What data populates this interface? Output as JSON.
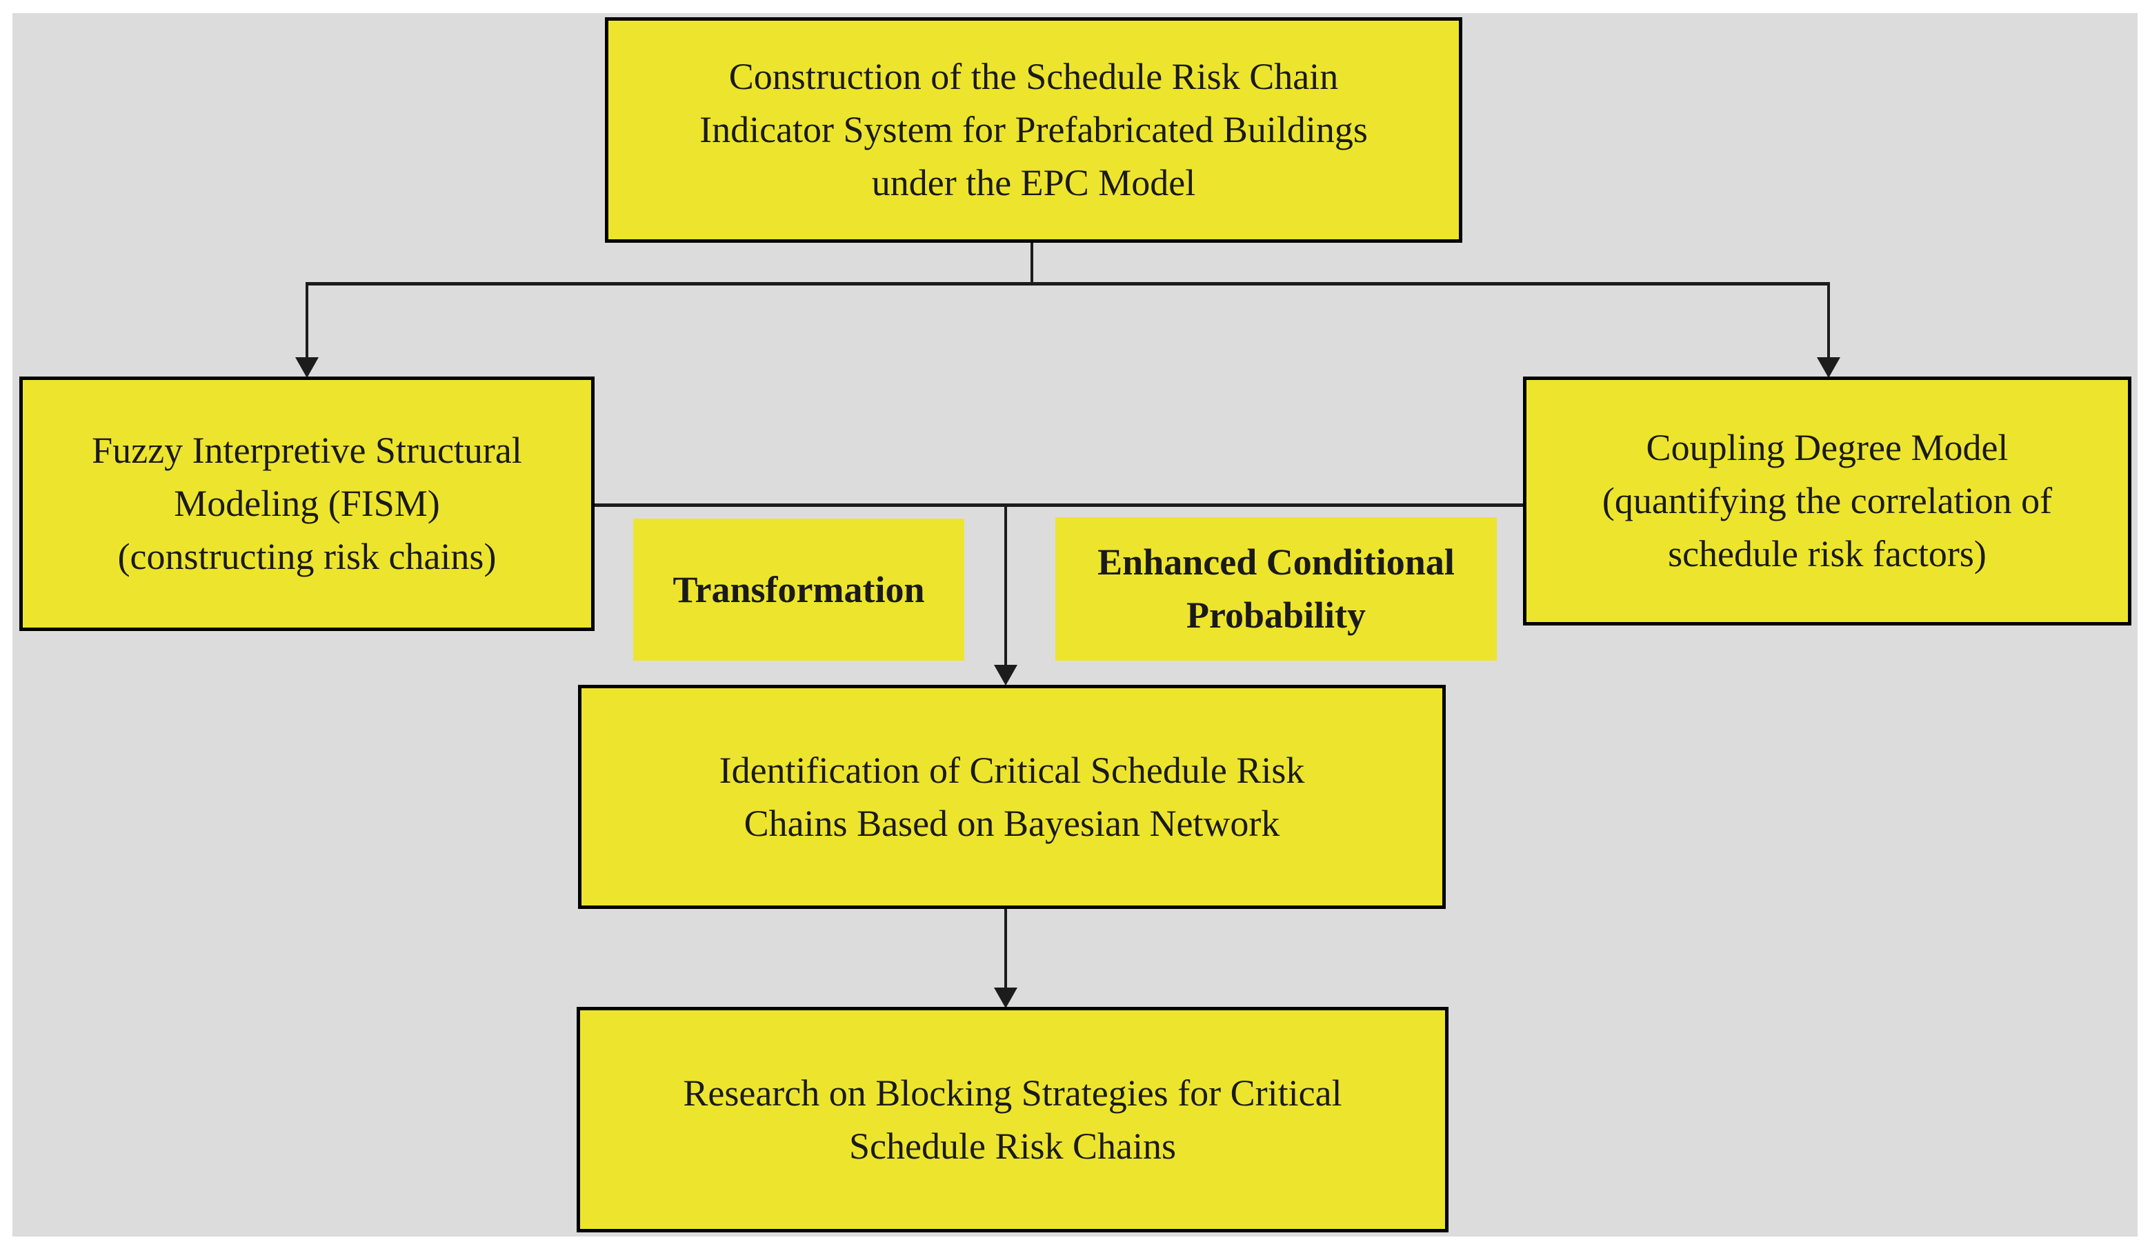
{
  "diagram": {
    "type": "flowchart",
    "colors": {
      "panel_background": "#dcdcdc",
      "node_fill": "#ede52d",
      "node_border": "#000000",
      "text": "#1a1a1a",
      "connector": "#1c1c1c"
    },
    "nodes": {
      "construction": {
        "text": "Construction of the Schedule Risk Chain\nIndicator System for Prefabricated Buildings\nunder the EPC Model"
      },
      "fism": {
        "text": "Fuzzy Interpretive Structural\nModeling (FISM)\n(constructing risk chains)"
      },
      "coupling": {
        "text": "Coupling Degree Model\n(quantifying the correlation of\nschedule risk factors)"
      },
      "transformation": {
        "text": "Transformation"
      },
      "enhanced": {
        "text": "Enhanced Conditional\nProbability"
      },
      "identification": {
        "text": "Identification of Critical Schedule Risk\nChains Based on Bayesian Network"
      },
      "research": {
        "text": "Research on Blocking Strategies for Critical\nSchedule Risk Chains"
      }
    },
    "edges": [
      {
        "from": "construction",
        "to": "fism",
        "style": "elbow-arrow"
      },
      {
        "from": "construction",
        "to": "coupling",
        "style": "elbow-arrow"
      },
      {
        "from": "fism",
        "to": "coupling",
        "style": "plain-line"
      },
      {
        "from": "fism-coupling-link",
        "to": "identification",
        "style": "arrow",
        "labels_beside": [
          "transformation",
          "enhanced"
        ]
      },
      {
        "from": "identification",
        "to": "research",
        "style": "arrow"
      }
    ]
  }
}
